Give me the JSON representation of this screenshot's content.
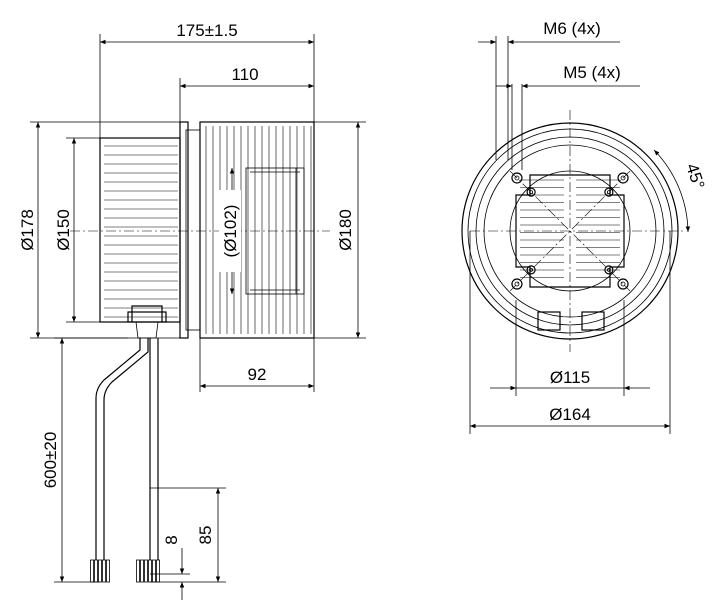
{
  "side_view": {
    "overall_length": "175±1.5",
    "housing_length": "110",
    "body_diameter": "Ø178",
    "flange_diameter": "Ø150",
    "motor_diameter": "(Ø102)",
    "impeller_diameter": "Ø180",
    "impeller_width": "92",
    "cable_length": "600±20",
    "strip_length_short": "8",
    "strip_length_long": "85"
  },
  "front_view": {
    "thread_m6": "M6 (4x)",
    "thread_m5": "M5 (4x)",
    "hole_angle": "45°",
    "inner_bolt_circle": "Ø115",
    "outer_diameter": "Ø164"
  }
}
